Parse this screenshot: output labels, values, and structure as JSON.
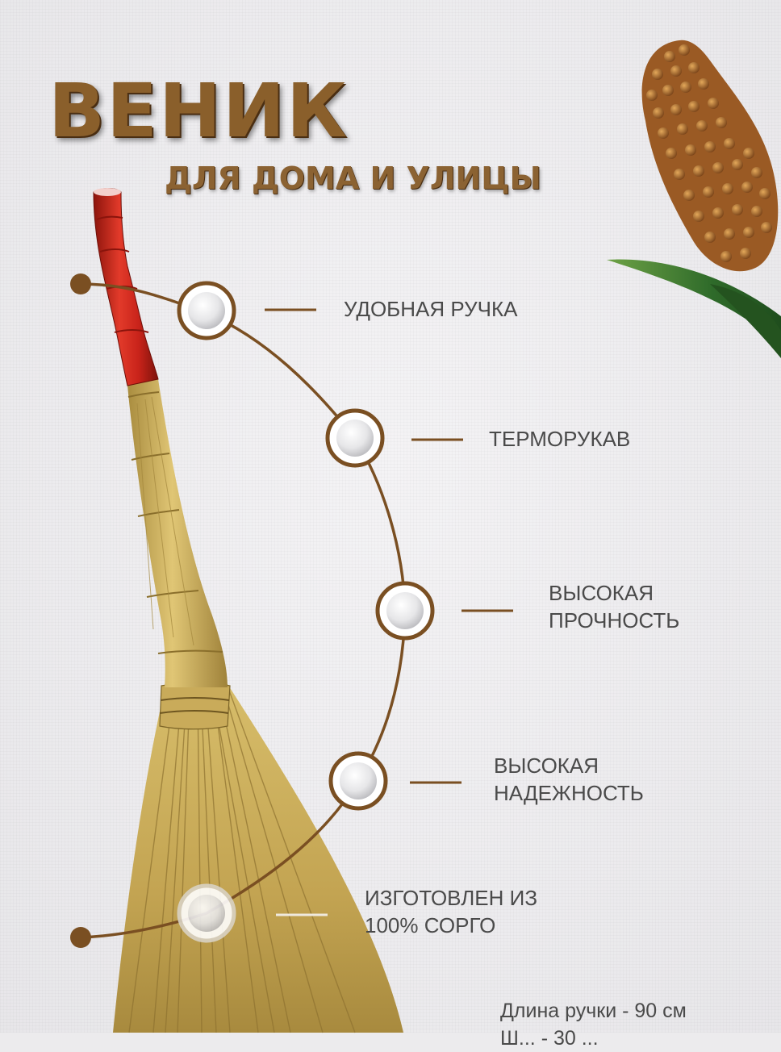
{
  "title": "ВЕНИК",
  "subtitle": "ДЛЯ ДОМА И УЛИЦЫ",
  "features": [
    {
      "label": "УДОБНАЯ РУЧКА"
    },
    {
      "label": "ТЕРМОРУКАВ"
    },
    {
      "label": "ВЫСОКАЯ\nПРОЧНОСТЬ"
    },
    {
      "label": "ВЫСОКАЯ\nНАДЕЖНОСТЬ"
    },
    {
      "label": "ИЗГОТОВЛЕН ИЗ\n100% СОРГО"
    }
  ],
  "specs": {
    "handle_length": "Длина ручки - 90 см",
    "width_partial": "Ш... - 30 ..."
  },
  "colors": {
    "accent_brown": "#7a4f22",
    "handle_red": "#d42a1e",
    "straw": "#c8a854",
    "sorghum": "#a9662c",
    "leaf_green": "#2f6b2a"
  },
  "images": {
    "broom": "sorghum-broom-illustration",
    "plant": "sorghum-plant-illustration"
  }
}
